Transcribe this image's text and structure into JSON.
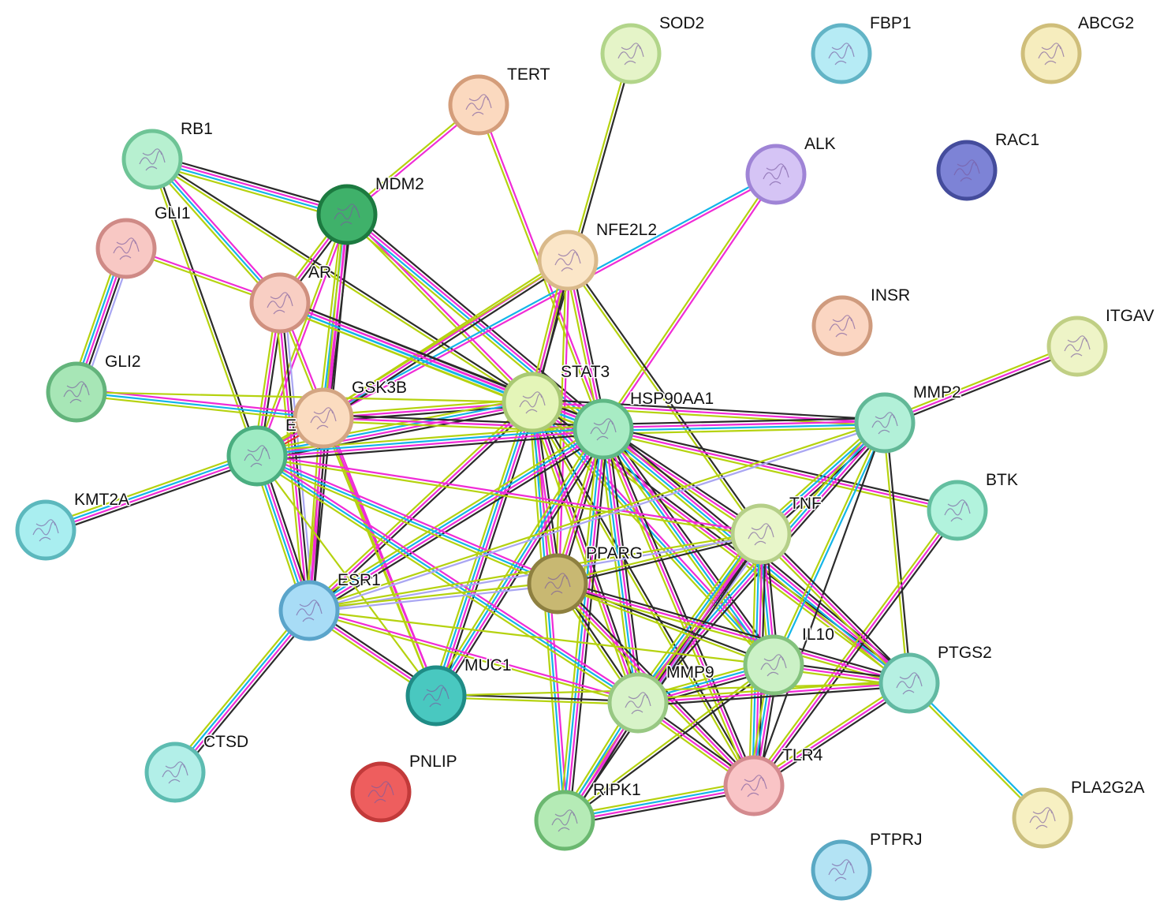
{
  "nodes": [
    {
      "id": "SOD2",
      "label": "SOD2",
      "fill": "#e5f4c8",
      "border": "#b2d58a"
    },
    {
      "id": "FBP1",
      "label": "FBP1",
      "fill": "#b6ebf5",
      "border": "#62b4c6"
    },
    {
      "id": "ABCG2",
      "label": "ABCG2",
      "fill": "#f6edbe",
      "border": "#cfbe7a"
    },
    {
      "id": "TERT",
      "label": "TERT",
      "fill": "#fbd9bf",
      "border": "#d49d7a"
    },
    {
      "id": "RB1",
      "label": "RB1",
      "fill": "#b7f0d0",
      "border": "#6ec496"
    },
    {
      "id": "ALK",
      "label": "ALK",
      "fill": "#d5c4f5",
      "border": "#9f84d6"
    },
    {
      "id": "RAC1",
      "label": "RAC1",
      "fill": "#7d83d6",
      "border": "#444c9c"
    },
    {
      "id": "MDM2",
      "label": "MDM2",
      "fill": "#3fb16a",
      "border": "#1c7a40"
    },
    {
      "id": "GLI1",
      "label": "GLI1",
      "fill": "#f8c8c4",
      "border": "#cf8a86"
    },
    {
      "id": "NFE2L2",
      "label": "NFE2L2",
      "fill": "#fbe6c8",
      "border": "#d9b98a"
    },
    {
      "id": "AR",
      "label": "AR",
      "fill": "#f8cec3",
      "border": "#d0907f"
    },
    {
      "id": "INSR",
      "label": "INSR",
      "fill": "#fbd6c2",
      "border": "#cf9b7e"
    },
    {
      "id": "ITGAV",
      "label": "ITGAV",
      "fill": "#eef4c7",
      "border": "#c0cf84"
    },
    {
      "id": "GLI2",
      "label": "GLI2",
      "fill": "#a7e6b6",
      "border": "#63b47b"
    },
    {
      "id": "STAT3",
      "label": "STAT3",
      "fill": "#e4f5b8",
      "border": "#a9c974"
    },
    {
      "id": "GSK3B",
      "label": "GSK3B",
      "fill": "#fbdcc0",
      "border": "#d3a582"
    },
    {
      "id": "HSP90AA1",
      "label": "HSP90AA1",
      "fill": "#a8ecc4",
      "border": "#5fb885"
    },
    {
      "id": "MMP2",
      "label": "MMP2",
      "fill": "#b2f0d8",
      "border": "#62b897"
    },
    {
      "id": "EGFR",
      "label": "E",
      "fill": "#9eebc3",
      "border": "#4aae80"
    },
    {
      "id": "KMT2A",
      "label": "KMT2A",
      "fill": "#a9eef0",
      "border": "#5cb8bd"
    },
    {
      "id": "BTK",
      "label": "BTK",
      "fill": "#b2f3dd",
      "border": "#63bfa0"
    },
    {
      "id": "TNF",
      "label": "TNF",
      "fill": "#e8f6c9",
      "border": "#b5cf88"
    },
    {
      "id": "PPARG",
      "label": "PPARG",
      "fill": "#c8b872",
      "border": "#8e8040"
    },
    {
      "id": "ESR1",
      "label": "ESR1",
      "fill": "#a8dcf6",
      "border": "#5aa4ca"
    },
    {
      "id": "IL10",
      "label": "IL10",
      "fill": "#cbf1c6",
      "border": "#83c27c"
    },
    {
      "id": "PTGS2",
      "label": "PTGS2",
      "fill": "#b6f0e2",
      "border": "#62b9a2"
    },
    {
      "id": "MUC1",
      "label": "MUC1",
      "fill": "#49c8c0",
      "border": "#1f8c86"
    },
    {
      "id": "MMP9",
      "label": "MMP9",
      "fill": "#d7f3c8",
      "border": "#98c883"
    },
    {
      "id": "CTSD",
      "label": "CTSD",
      "fill": "#b2efe8",
      "border": "#5dbcb1"
    },
    {
      "id": "PNLIP",
      "label": "PNLIP",
      "fill": "#ee5e5e",
      "border": "#c23a3a"
    },
    {
      "id": "TLR4",
      "label": "TLR4",
      "fill": "#f9c4c6",
      "border": "#d38a8e"
    },
    {
      "id": "RIPK1",
      "label": "RIPK1",
      "fill": "#b5ebb6",
      "border": "#6bb870"
    },
    {
      "id": "PLA2G2A",
      "label": "PLA2G2A",
      "fill": "#f7f0c2",
      "border": "#cbbf7e"
    },
    {
      "id": "PTPRJ",
      "label": "PTPRJ",
      "fill": "#b3e3f4",
      "border": "#5aa9c4"
    }
  ],
  "edges": [
    {
      "source": "SOD2",
      "target": "STAT3",
      "evidence": [
        "black",
        "lime"
      ]
    },
    {
      "source": "TERT",
      "target": "MDM2",
      "evidence": [
        "magenta",
        "lime"
      ]
    },
    {
      "source": "TERT",
      "target": "HSP90AA1",
      "evidence": [
        "magenta",
        "lime"
      ]
    },
    {
      "source": "RB1",
      "target": "MDM2",
      "evidence": [
        "black",
        "magenta",
        "cyan",
        "lime"
      ]
    },
    {
      "source": "RB1",
      "target": "AR",
      "evidence": [
        "magenta",
        "cyan",
        "lime"
      ]
    },
    {
      "source": "RB1",
      "target": "EGFR",
      "evidence": [
        "black",
        "lime"
      ]
    },
    {
      "source": "RB1",
      "target": "STAT3",
      "evidence": [
        "black",
        "lime"
      ]
    },
    {
      "source": "GLI1",
      "target": "GLI2",
      "evidence": [
        "lavender",
        "black",
        "magenta",
        "cyan",
        "lime"
      ]
    },
    {
      "source": "GLI1",
      "target": "AR",
      "evidence": [
        "magenta",
        "lime"
      ]
    },
    {
      "source": "MDM2",
      "target": "AR",
      "evidence": [
        "black",
        "magenta",
        "lime"
      ]
    },
    {
      "source": "MDM2",
      "target": "HSP90AA1",
      "evidence": [
        "black",
        "magenta",
        "cyan",
        "lime"
      ]
    },
    {
      "source": "MDM2",
      "target": "STAT3",
      "evidence": [
        "magenta",
        "lime"
      ]
    },
    {
      "source": "MDM2",
      "target": "GSK3B",
      "evidence": [
        "black",
        "magenta",
        "cyan",
        "lime"
      ]
    },
    {
      "source": "MDM2",
      "target": "ESR1",
      "evidence": [
        "black",
        "magenta",
        "lime"
      ]
    },
    {
      "source": "MDM2",
      "target": "EGFR",
      "evidence": [
        "magenta",
        "lime"
      ]
    },
    {
      "source": "ALK",
      "target": "GSK3B",
      "evidence": [
        "magenta",
        "cyan"
      ]
    },
    {
      "source": "ALK",
      "target": "HSP90AA1",
      "evidence": [
        "magenta",
        "lime"
      ]
    },
    {
      "source": "NFE2L2",
      "target": "GSK3B",
      "evidence": [
        "black",
        "magenta",
        "lime"
      ]
    },
    {
      "source": "NFE2L2",
      "target": "STAT3",
      "evidence": [
        "black",
        "magenta",
        "lime"
      ]
    },
    {
      "source": "NFE2L2",
      "target": "HSP90AA1",
      "evidence": [
        "black",
        "magenta",
        "lime"
      ]
    },
    {
      "source": "NFE2L2",
      "target": "TNF",
      "evidence": [
        "black",
        "lime"
      ]
    },
    {
      "source": "NFE2L2",
      "target": "PPARG",
      "evidence": [
        "magenta",
        "lime"
      ]
    },
    {
      "source": "NFE2L2",
      "target": "EGFR",
      "evidence": [
        "lime"
      ]
    },
    {
      "source": "AR",
      "target": "STAT3",
      "evidence": [
        "black",
        "magenta",
        "cyan",
        "lime"
      ]
    },
    {
      "source": "AR",
      "target": "HSP90AA1",
      "evidence": [
        "black",
        "magenta",
        "cyan",
        "lime"
      ]
    },
    {
      "source": "AR",
      "target": "EGFR",
      "evidence": [
        "black",
        "magenta",
        "lime"
      ]
    },
    {
      "source": "AR",
      "target": "ESR1",
      "evidence": [
        "lavender",
        "black",
        "magenta",
        "lime"
      ]
    },
    {
      "source": "AR",
      "target": "MUC1",
      "evidence": [
        "magenta",
        "lime"
      ]
    },
    {
      "source": "ITGAV",
      "target": "MMP2",
      "evidence": [
        "black",
        "magenta",
        "lime"
      ]
    },
    {
      "source": "GLI2",
      "target": "GSK3B",
      "evidence": [
        "magenta",
        "cyan",
        "lime"
      ]
    },
    {
      "source": "GLI2",
      "target": "STAT3",
      "evidence": [
        "lime"
      ]
    },
    {
      "source": "STAT3",
      "target": "GSK3B",
      "evidence": [
        "black",
        "magenta",
        "lime"
      ]
    },
    {
      "source": "STAT3",
      "target": "HSP90AA1",
      "evidence": [
        "black",
        "magenta",
        "cyan",
        "lime"
      ]
    },
    {
      "source": "STAT3",
      "target": "EGFR",
      "evidence": [
        "black",
        "magenta",
        "cyan",
        "lime"
      ]
    },
    {
      "source": "STAT3",
      "target": "ESR1",
      "evidence": [
        "black",
        "magenta",
        "lime"
      ]
    },
    {
      "source": "STAT3",
      "target": "PPARG",
      "evidence": [
        "black",
        "magenta",
        "lime"
      ]
    },
    {
      "source": "STAT3",
      "target": "MUC1",
      "evidence": [
        "black",
        "magenta",
        "cyan",
        "lime"
      ]
    },
    {
      "source": "STAT3",
      "target": "MMP9",
      "evidence": [
        "black",
        "magenta",
        "lime"
      ]
    },
    {
      "source": "STAT3",
      "target": "IL10",
      "evidence": [
        "magenta",
        "cyan",
        "lime"
      ]
    },
    {
      "source": "STAT3",
      "target": "MMP2",
      "evidence": [
        "black",
        "magenta",
        "lime"
      ]
    },
    {
      "source": "STAT3",
      "target": "TLR4",
      "evidence": [
        "black",
        "lime"
      ]
    },
    {
      "source": "STAT3",
      "target": "PTGS2",
      "evidence": [
        "black",
        "magenta",
        "lime"
      ]
    },
    {
      "source": "STAT3",
      "target": "RIPK1",
      "evidence": [
        "magenta",
        "cyan",
        "lime"
      ]
    },
    {
      "source": "GSK3B",
      "target": "HSP90AA1",
      "evidence": [
        "black",
        "magenta",
        "lime"
      ]
    },
    {
      "source": "GSK3B",
      "target": "EGFR",
      "evidence": [
        "red",
        "magenta",
        "lime"
      ]
    },
    {
      "source": "GSK3B",
      "target": "ESR1",
      "evidence": [
        "black",
        "magenta",
        "lime"
      ]
    },
    {
      "source": "GSK3B",
      "target": "MUC1",
      "evidence": [
        "magenta",
        "lime"
      ]
    },
    {
      "source": "HSP90AA1",
      "target": "EGFR",
      "evidence": [
        "black",
        "magenta",
        "cyan",
        "lime"
      ]
    },
    {
      "source": "HSP90AA1",
      "target": "MMP2",
      "evidence": [
        "black",
        "magenta",
        "cyan",
        "lime"
      ]
    },
    {
      "source": "HSP90AA1",
      "target": "BTK",
      "evidence": [
        "black",
        "magenta",
        "lime"
      ]
    },
    {
      "source": "HSP90AA1",
      "target": "TNF",
      "evidence": [
        "black",
        "magenta",
        "lime"
      ]
    },
    {
      "source": "HSP90AA1",
      "target": "PPARG",
      "evidence": [
        "black",
        "magenta",
        "lime"
      ]
    },
    {
      "source": "HSP90AA1",
      "target": "ESR1",
      "evidence": [
        "black",
        "magenta",
        "cyan",
        "lime"
      ]
    },
    {
      "source": "HSP90AA1",
      "target": "IL10",
      "evidence": [
        "black",
        "magenta",
        "cyan",
        "lime"
      ]
    },
    {
      "source": "HSP90AA1",
      "target": "PTGS2",
      "evidence": [
        "black",
        "magenta",
        "cyan",
        "lime"
      ]
    },
    {
      "source": "HSP90AA1",
      "target": "MUC1",
      "evidence": [
        "black",
        "magenta",
        "cyan",
        "lime"
      ]
    },
    {
      "source": "HSP90AA1",
      "target": "MMP9",
      "evidence": [
        "black",
        "magenta",
        "cyan",
        "lime"
      ]
    },
    {
      "source": "HSP90AA1",
      "target": "TLR4",
      "evidence": [
        "black",
        "magenta",
        "lime"
      ]
    },
    {
      "source": "HSP90AA1",
      "target": "RIPK1",
      "evidence": [
        "black",
        "magenta",
        "cyan",
        "lime"
      ]
    },
    {
      "source": "EGFR",
      "target": "KMT2A",
      "evidence": [
        "black",
        "magenta",
        "cyan",
        "lime"
      ]
    },
    {
      "source": "EGFR",
      "target": "ESR1",
      "evidence": [
        "black",
        "magenta",
        "cyan",
        "lime"
      ]
    },
    {
      "source": "EGFR",
      "target": "PPARG",
      "evidence": [
        "magenta",
        "cyan",
        "lime"
      ]
    },
    {
      "source": "EGFR",
      "target": "MMP9",
      "evidence": [
        "magenta",
        "cyan",
        "lime"
      ]
    },
    {
      "source": "EGFR",
      "target": "TNF",
      "evidence": [
        "magenta",
        "lime"
      ]
    },
    {
      "source": "EGFR",
      "target": "MUC1",
      "evidence": [
        "lime"
      ]
    },
    {
      "source": "MMP2",
      "target": "TNF",
      "evidence": [
        "black",
        "magenta",
        "cyan",
        "lime"
      ]
    },
    {
      "source": "MMP2",
      "target": "MMP9",
      "evidence": [
        "black",
        "magenta",
        "cyan",
        "lime"
      ]
    },
    {
      "source": "MMP2",
      "target": "IL10",
      "evidence": [
        "cyan",
        "lime"
      ]
    },
    {
      "source": "MMP2",
      "target": "PTGS2",
      "evidence": [
        "black",
        "lime"
      ]
    },
    {
      "source": "MMP2",
      "target": "ESR1",
      "evidence": [
        "lavender",
        "lime"
      ]
    },
    {
      "source": "MMP2",
      "target": "TLR4",
      "evidence": [
        "black"
      ]
    },
    {
      "source": "BTK",
      "target": "TLR4",
      "evidence": [
        "black",
        "magenta",
        "lime"
      ]
    },
    {
      "source": "TNF",
      "target": "PPARG",
      "evidence": [
        "black",
        "lime"
      ]
    },
    {
      "source": "TNF",
      "target": "IL10",
      "evidence": [
        "black",
        "magenta",
        "cyan",
        "lime"
      ]
    },
    {
      "source": "TNF",
      "target": "PTGS2",
      "evidence": [
        "black",
        "magenta",
        "lime"
      ]
    },
    {
      "source": "TNF",
      "target": "MMP9",
      "evidence": [
        "lavender",
        "black",
        "magenta",
        "cyan",
        "lime"
      ]
    },
    {
      "source": "TNF",
      "target": "TLR4",
      "evidence": [
        "black",
        "magenta",
        "cyan",
        "lime"
      ]
    },
    {
      "source": "TNF",
      "target": "ESR1",
      "evidence": [
        "lavender",
        "lime"
      ]
    },
    {
      "source": "TNF",
      "target": "RIPK1",
      "evidence": [
        "black",
        "magenta",
        "lime"
      ]
    },
    {
      "source": "PPARG",
      "target": "ESR1",
      "evidence": [
        "lavender",
        "lime"
      ]
    },
    {
      "source": "PPARG",
      "target": "IL10",
      "evidence": [
        "black",
        "lime"
      ]
    },
    {
      "source": "PPARG",
      "target": "PTGS2",
      "evidence": [
        "black",
        "magenta",
        "lime"
      ]
    },
    {
      "source": "PPARG",
      "target": "MMP9",
      "evidence": [
        "black",
        "lime"
      ]
    },
    {
      "source": "PPARG",
      "target": "TLR4",
      "evidence": [
        "black",
        "magenta",
        "lime"
      ]
    },
    {
      "source": "ESR1",
      "target": "MUC1",
      "evidence": [
        "black",
        "magenta",
        "lime"
      ]
    },
    {
      "source": "ESR1",
      "target": "CTSD",
      "evidence": [
        "black",
        "magenta",
        "cyan",
        "lime"
      ]
    },
    {
      "source": "ESR1",
      "target": "MMP9",
      "evidence": [
        "magenta",
        "lime"
      ]
    },
    {
      "source": "ESR1",
      "target": "IL10",
      "evidence": [
        "lime"
      ]
    },
    {
      "source": "IL10",
      "target": "PTGS2",
      "evidence": [
        "black",
        "magenta",
        "lime"
      ]
    },
    {
      "source": "IL10",
      "target": "MMP9",
      "evidence": [
        "black",
        "magenta",
        "cyan",
        "lime"
      ]
    },
    {
      "source": "IL10",
      "target": "TLR4",
      "evidence": [
        "black",
        "magenta",
        "cyan",
        "lime"
      ]
    },
    {
      "source": "IL10",
      "target": "RIPK1",
      "evidence": [
        "black",
        "lime"
      ]
    },
    {
      "source": "PTGS2",
      "target": "MMP9",
      "evidence": [
        "black",
        "magenta",
        "lime"
      ]
    },
    {
      "source": "PTGS2",
      "target": "TLR4",
      "evidence": [
        "black",
        "magenta",
        "lime"
      ]
    },
    {
      "source": "PTGS2",
      "target": "PLA2G2A",
      "evidence": [
        "cyan",
        "lime"
      ]
    },
    {
      "source": "MUC1",
      "target": "MMP9",
      "evidence": [
        "black",
        "lime"
      ]
    },
    {
      "source": "MUC1",
      "target": "PTGS2",
      "evidence": [
        "lime"
      ]
    },
    {
      "source": "MMP9",
      "target": "TLR4",
      "evidence": [
        "black",
        "magenta",
        "lime"
      ]
    },
    {
      "source": "MMP9",
      "target": "RIPK1",
      "evidence": [
        "black",
        "magenta",
        "cyan",
        "lime"
      ]
    },
    {
      "source": "TLR4",
      "target": "RIPK1",
      "evidence": [
        "black",
        "magenta",
        "cyan",
        "lime"
      ]
    }
  ],
  "evidence_colors": {
    "black": "#2b2b2b",
    "magenta": "#f02bd6",
    "cyan": "#13b5e8",
    "lime": "#b5d20f",
    "lavender": "#a9a6f2",
    "red": "#e8352a"
  }
}
